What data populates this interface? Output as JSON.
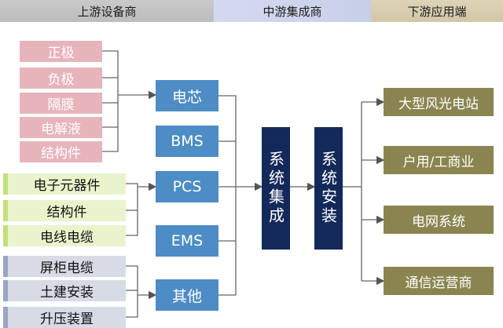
{
  "headers": {
    "upstream": "上游设备商",
    "midstream": "中游集成商",
    "downstream": "下游应用端"
  },
  "upstream": {
    "battery_parts": [
      "正极",
      "负极",
      "隔膜",
      "电解液",
      "结构件"
    ],
    "pcs_parts": [
      "电子元器件",
      "结构件",
      "电线电缆"
    ],
    "other_parts": [
      "屏柜电缆",
      "土建安装",
      "升压装置"
    ]
  },
  "components": [
    "电芯",
    "BMS",
    "PCS",
    "EMS",
    "其他"
  ],
  "midstream": {
    "integration": "系统集成",
    "installation": "系统安装"
  },
  "applications": [
    "大型风光电站",
    "户用/工商业",
    "电网系统",
    "通信运营商"
  ],
  "colors": {
    "upstream_battery": "#e7b4bb",
    "upstream_pcs": "#eaf4cc",
    "upstream_other": "#d7dbe6",
    "component": "#4d8cc4",
    "midstream": "#13295a",
    "application": "#8a8550",
    "connector": "#555555"
  }
}
